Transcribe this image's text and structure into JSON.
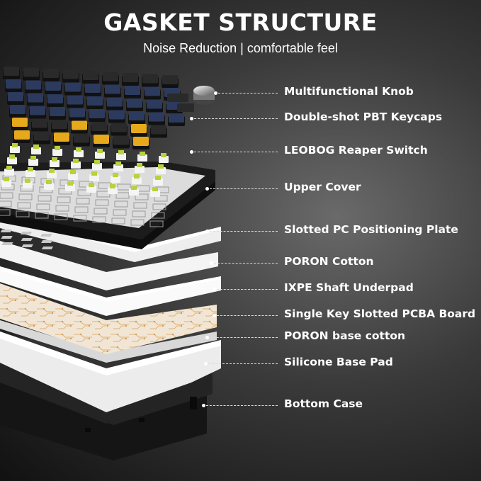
{
  "header": {
    "title": "GASKET STRUCTURE",
    "subtitle": "Noise Reduction | comfortable feel"
  },
  "callouts": [
    "Multifunctional Knob",
    "Double-shot PBT Keycaps",
    "LEOBOG Reaper Switch",
    "Upper Cover",
    "Slotted PC Positioning Plate",
    "PORON Cotton",
    "IXPE Shaft Underpad",
    "Single Key Slotted PCBA Board",
    "PORON base cotton",
    "Silicone Base Pad",
    "Bottom Case"
  ],
  "colors": {
    "keycap_navy": "#2c3a5e",
    "keycap_black": "#2a2a2a",
    "keycap_yellow": "#e7a91c",
    "switch_green": "#b7d23a",
    "case_black": "#1c1c1c",
    "plate_white": "#f2f2f2",
    "pcb_cream": "#f1e6d6",
    "pcb_trace": "#d9a45c"
  }
}
